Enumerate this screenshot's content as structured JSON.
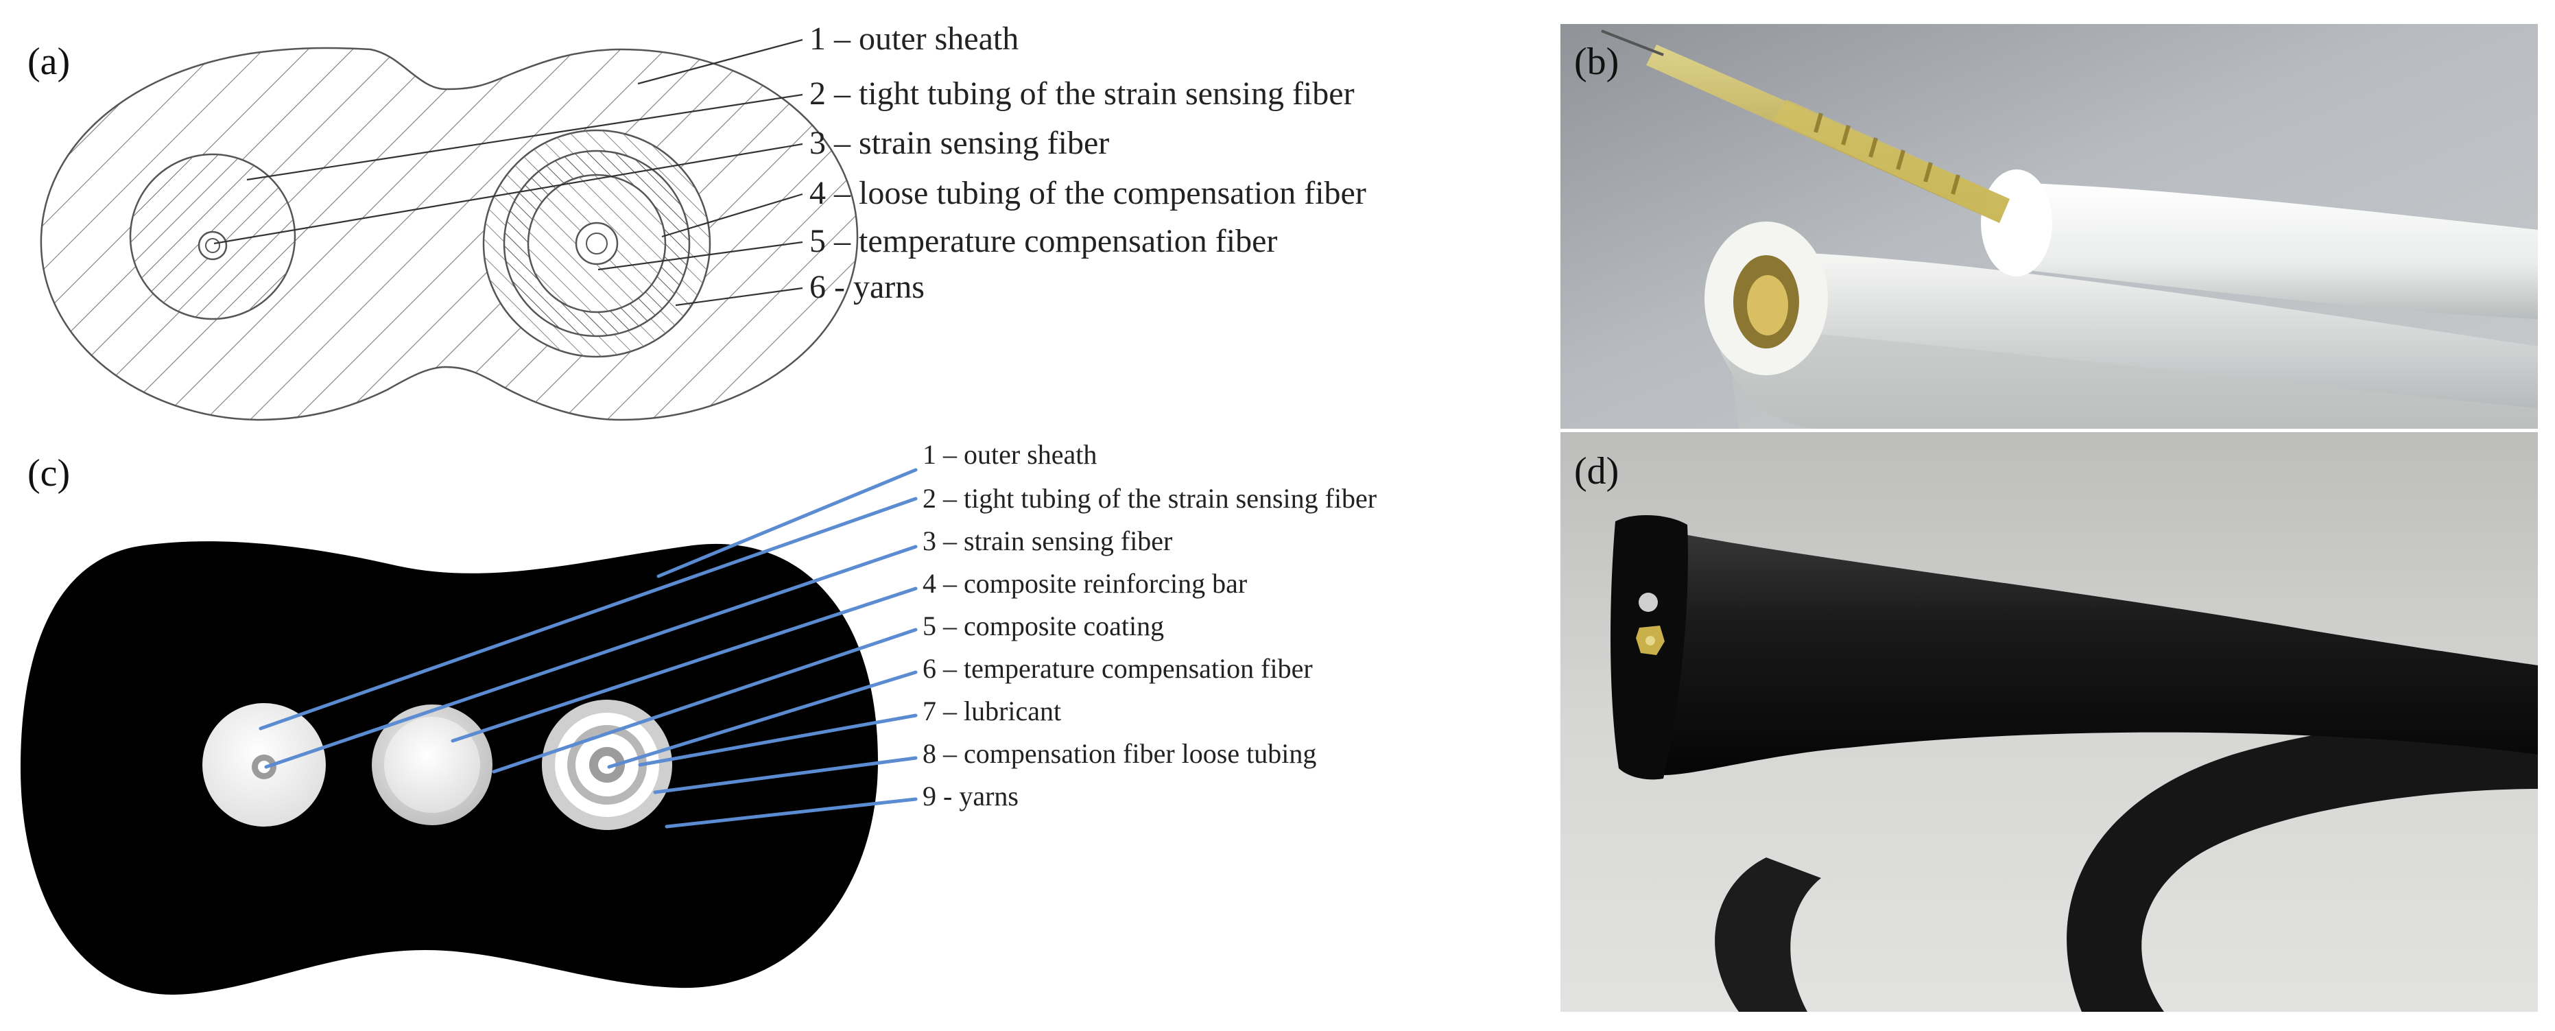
{
  "panels": {
    "a": {
      "letter": "(a)",
      "labels": [
        "1 – outer sheath",
        "2 – tight tubing of the strain sensing fiber",
        "3 – strain sensing fiber",
        "4 – loose tubing of the compensation fiber",
        "5 – temperature compensation fiber",
        "6 - yarns"
      ]
    },
    "b": {
      "letter": "(b)"
    },
    "c": {
      "letter": "(c)",
      "labels": [
        "1 – outer sheath",
        "2 – tight tubing of the strain sensing fiber",
        "3 – strain sensing fiber",
        "4 – composite reinforcing bar",
        "5 – composite coating",
        "6 – temperature compensation fiber",
        "7 – lubricant",
        "8 – compensation fiber loose tubing",
        "9 - yarns"
      ]
    },
    "d": {
      "letter": "(d)"
    }
  },
  "colors": {
    "hatch_line": "#6b6b6b",
    "leader_line_a": "#333333",
    "leader_line_c": "#5b8bd0",
    "cable_c_body": "#000000",
    "photo_b_bg": "#b9bcbf",
    "photo_d_bg": "#cfcfcd"
  }
}
